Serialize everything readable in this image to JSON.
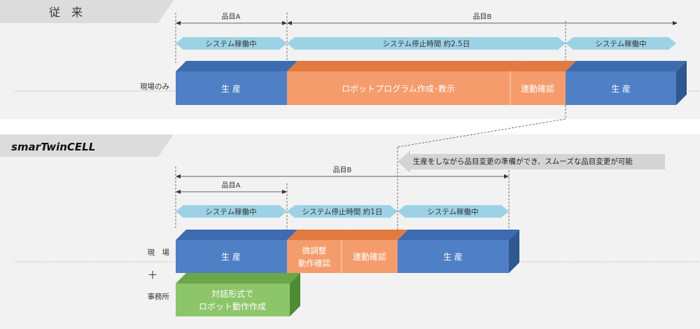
{
  "top": {
    "section_label": "従　来",
    "row_label": "現場のみ",
    "span_a_label": "品目A",
    "span_b_label": "品目B",
    "phase_running_1": "システム稼働中",
    "phase_stop": "システム停止時間 約2.5日",
    "phase_running_2": "システム稼働中",
    "block_production_1": "生 産",
    "block_programming": "ロボットプログラム作成･教示",
    "block_linkage_check": "連動確認",
    "block_production_2": "生 産"
  },
  "bottom": {
    "section_label": "smarTwinCELL",
    "callout": "生産をしながら品目変更の準備ができ、スムーズな品目変更が可能",
    "span_b_label": "品目B",
    "span_a_label": "品目A",
    "phase_running_1": "システム稼働中",
    "phase_stop": "システム停止時間 約1日",
    "phase_running_2": "システム稼働中",
    "row_label_site": "現　場",
    "plus_sign": "＋",
    "row_label_office": "事務所",
    "block_production_1": "生 産",
    "block_fine_adjust_line1": "微調整",
    "block_fine_adjust_line2": "動作確認",
    "block_linkage_check": "連動確認",
    "block_production_2": "生 産",
    "block_office_line1": "対話形式で",
    "block_office_line2": "ロボット動作作成"
  },
  "colors": {
    "band_bg": "#f2f2f2",
    "header_tab": "#dcdcdc",
    "production_front": "#4f7fc4",
    "production_top": "#3c6bb0",
    "production_side": "#2f5790",
    "orange_front": "#f59c6c",
    "orange_top": "#e07a40",
    "orange_side": "#c8652f",
    "green_front": "#8cc56a",
    "green_top": "#6aa64a",
    "green_side": "#4f8a35",
    "phase_arrow": "#9dd2e6",
    "callout_arrow": "#d4d4d4"
  }
}
